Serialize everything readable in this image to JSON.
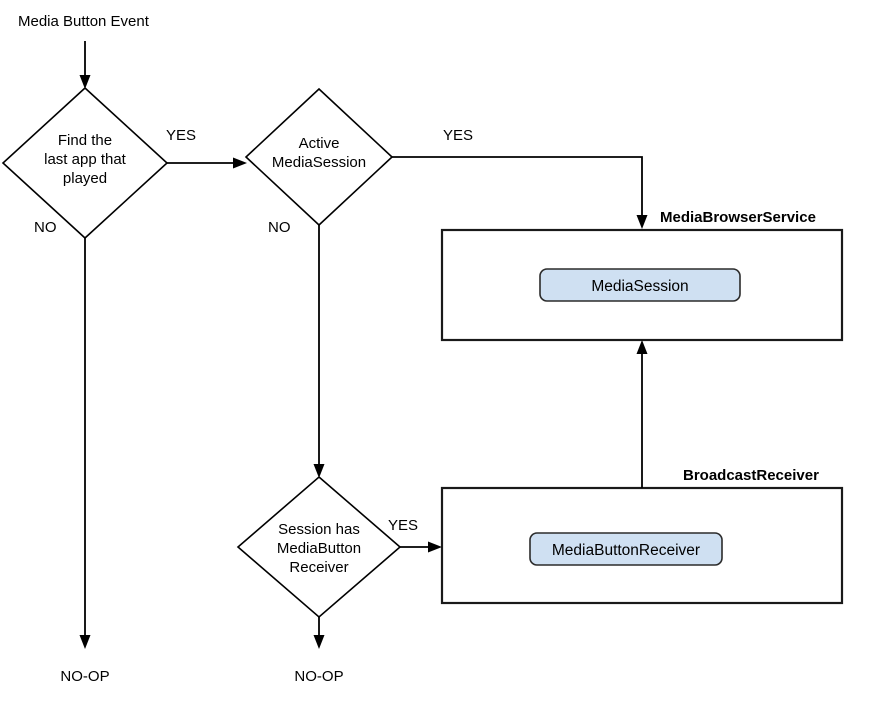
{
  "diagram": {
    "title_text": "Media Button Event",
    "colors": {
      "background": "#ffffff",
      "stroke": "#000000",
      "node_fill": "#cfe0f2",
      "node_stroke": "#2b2b2b",
      "container_stroke": "#1a1a1a"
    },
    "entry_label": "Media Button Event",
    "decisions": [
      {
        "id": "find-last-app",
        "lines": [
          "Find the",
          "last app that",
          "played"
        ],
        "yes_label": "YES",
        "no_label": "NO"
      },
      {
        "id": "active-mediasession",
        "lines": [
          "Active",
          "MediaSession"
        ],
        "yes_label": "YES",
        "no_label": "NO"
      },
      {
        "id": "session-has-mediabutton-receiver",
        "lines": [
          "Session  has",
          "MediaButton",
          "Receiver"
        ],
        "yes_label": "YES",
        "no_label": ""
      }
    ],
    "containers": [
      {
        "id": "mediabrowserservice",
        "title": "MediaBrowserService",
        "node_label": "MediaSession"
      },
      {
        "id": "broadcastreceiver",
        "title": "BroadcastReceiver",
        "node_label": "MediaButtonReceiver"
      }
    ],
    "terminals": [
      {
        "id": "no-op-left",
        "label": "NO-OP"
      },
      {
        "id": "no-op-middle",
        "label": "NO-OP"
      }
    ]
  }
}
